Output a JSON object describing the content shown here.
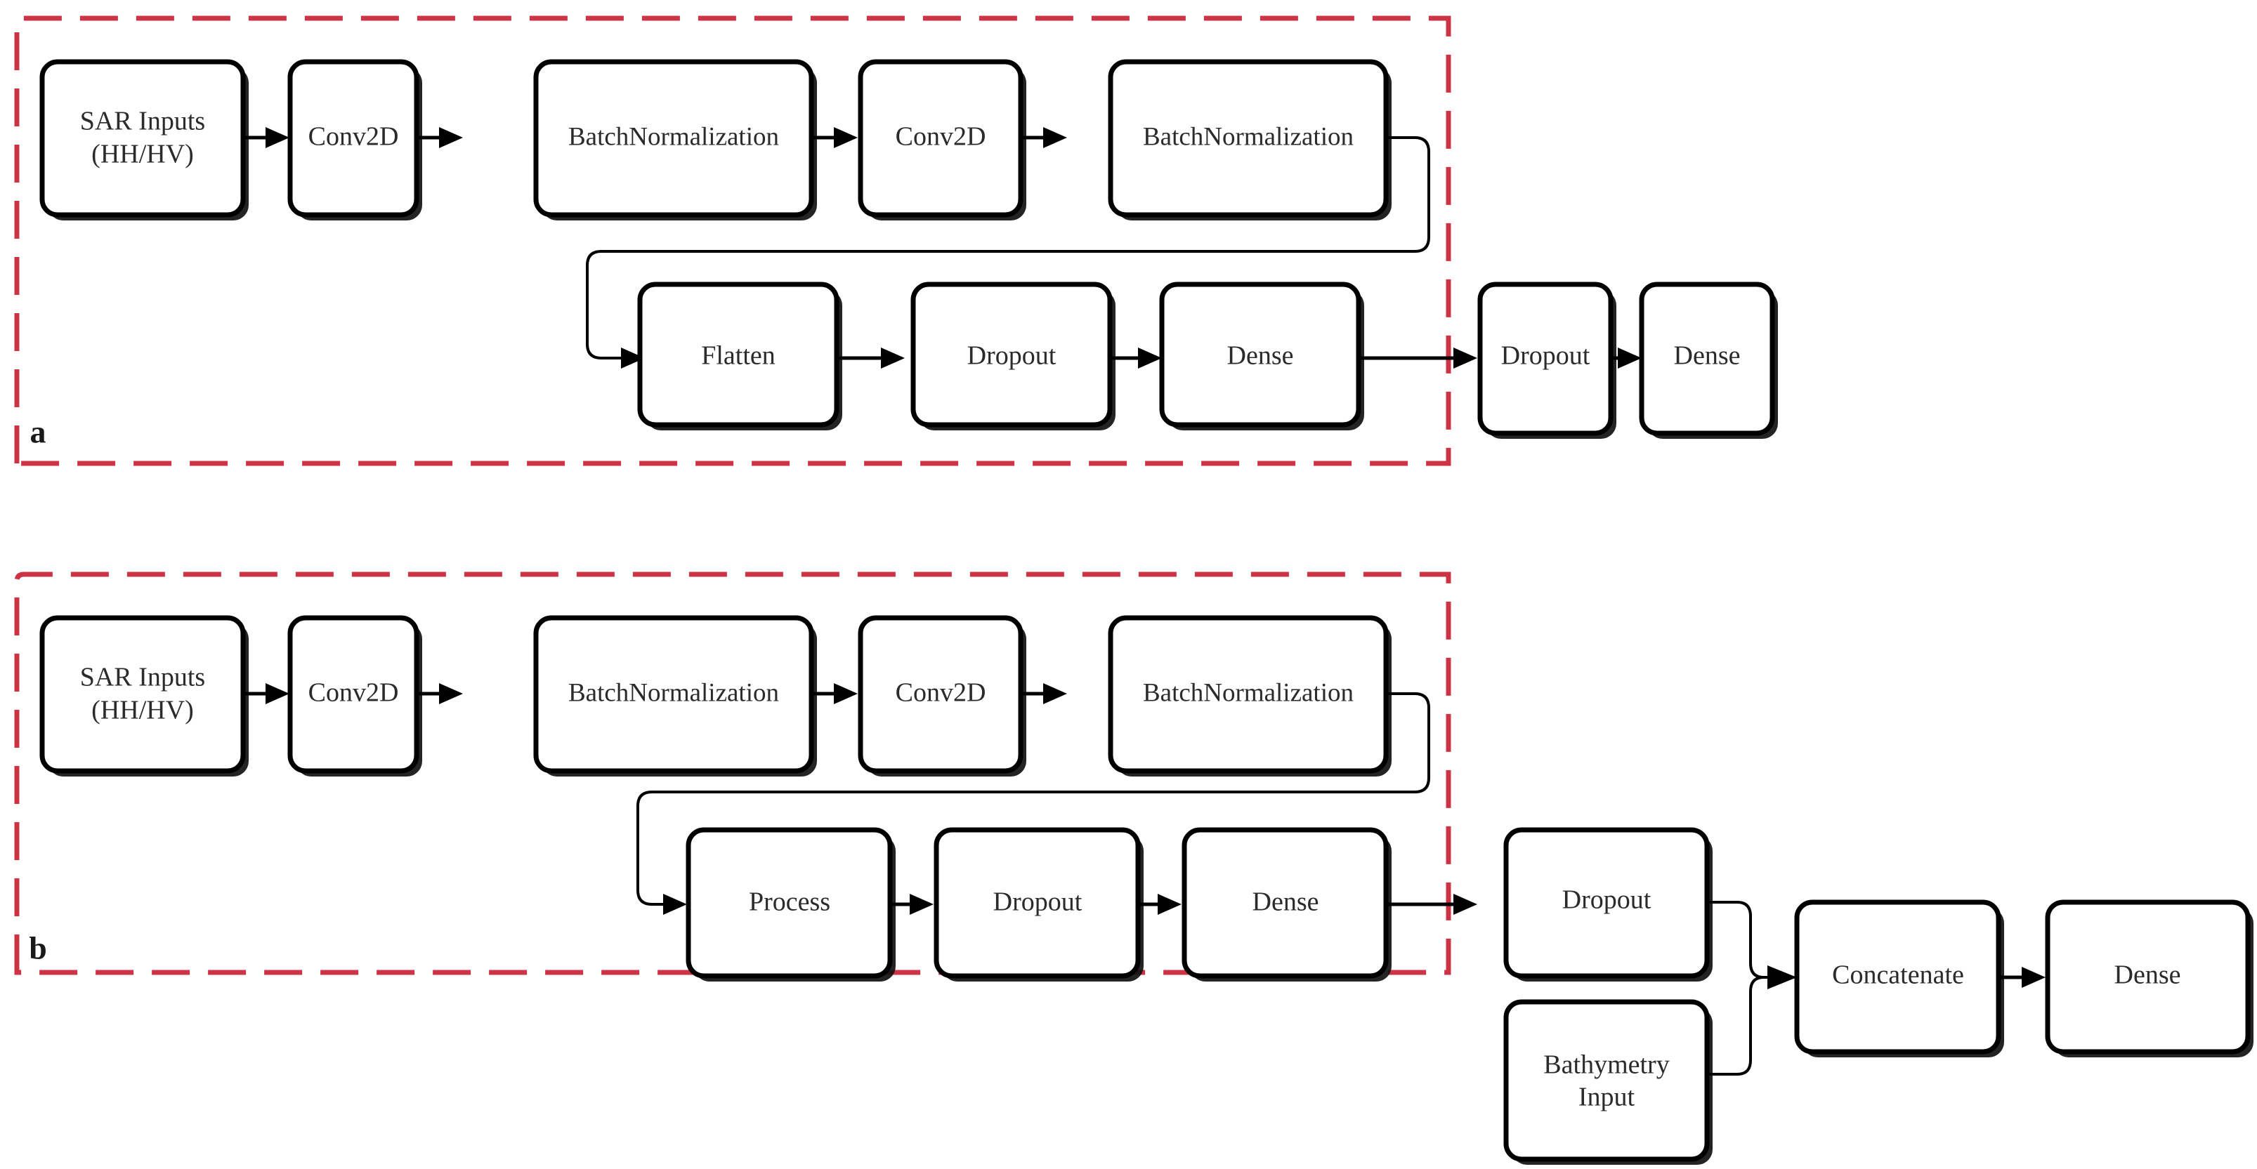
{
  "figure": {
    "type": "neural-network-architecture-diagram",
    "background_color": "#ffffff",
    "panel_border_color": "#cc3344",
    "node_border_color": "#000000",
    "node_fill_color": "#ffffff",
    "text_color": "#2b2b2b",
    "panels": [
      {
        "letter": "a",
        "name": "sar-only-cnn",
        "nodes": [
          {
            "id": "a-input",
            "label_line1": "SAR Inputs",
            "label_line2": "(HH/HV)"
          },
          {
            "id": "a-conv1",
            "label_line1": "Conv2D"
          },
          {
            "id": "a-bn1",
            "label_line1": "BatchNormalization"
          },
          {
            "id": "a-conv2",
            "label_line1": "Conv2D"
          },
          {
            "id": "a-bn2",
            "label_line1": "BatchNormalization"
          },
          {
            "id": "a-flatten",
            "label_line1": "Flatten"
          },
          {
            "id": "a-dropout1",
            "label_line1": "Dropout"
          },
          {
            "id": "a-dense1",
            "label_line1": "Dense"
          },
          {
            "id": "a-dropout2",
            "label_line1": "Dropout"
          },
          {
            "id": "a-dense2",
            "label_line1": "Dense"
          }
        ]
      },
      {
        "letter": "b",
        "name": "sar-plus-bathymetry-cnn",
        "nodes": [
          {
            "id": "b-input",
            "label_line1": "SAR Inputs",
            "label_line2": "(HH/HV)"
          },
          {
            "id": "b-conv1",
            "label_line1": "Conv2D"
          },
          {
            "id": "b-bn1",
            "label_line1": "BatchNormalization"
          },
          {
            "id": "b-conv2",
            "label_line1": "Conv2D"
          },
          {
            "id": "b-bn2",
            "label_line1": "BatchNormalization"
          },
          {
            "id": "b-process",
            "label_line1": "Process"
          },
          {
            "id": "b-dropout1",
            "label_line1": "Dropout"
          },
          {
            "id": "b-dense1",
            "label_line1": "Dense"
          },
          {
            "id": "b-dropout2",
            "label_line1": "Dropout"
          },
          {
            "id": "b-bathy",
            "label_line1": "Bathymetry",
            "label_line2": "Input"
          },
          {
            "id": "b-concat",
            "label_line1": "Concatenate"
          },
          {
            "id": "b-dense2",
            "label_line1": "Dense"
          }
        ]
      }
    ]
  }
}
